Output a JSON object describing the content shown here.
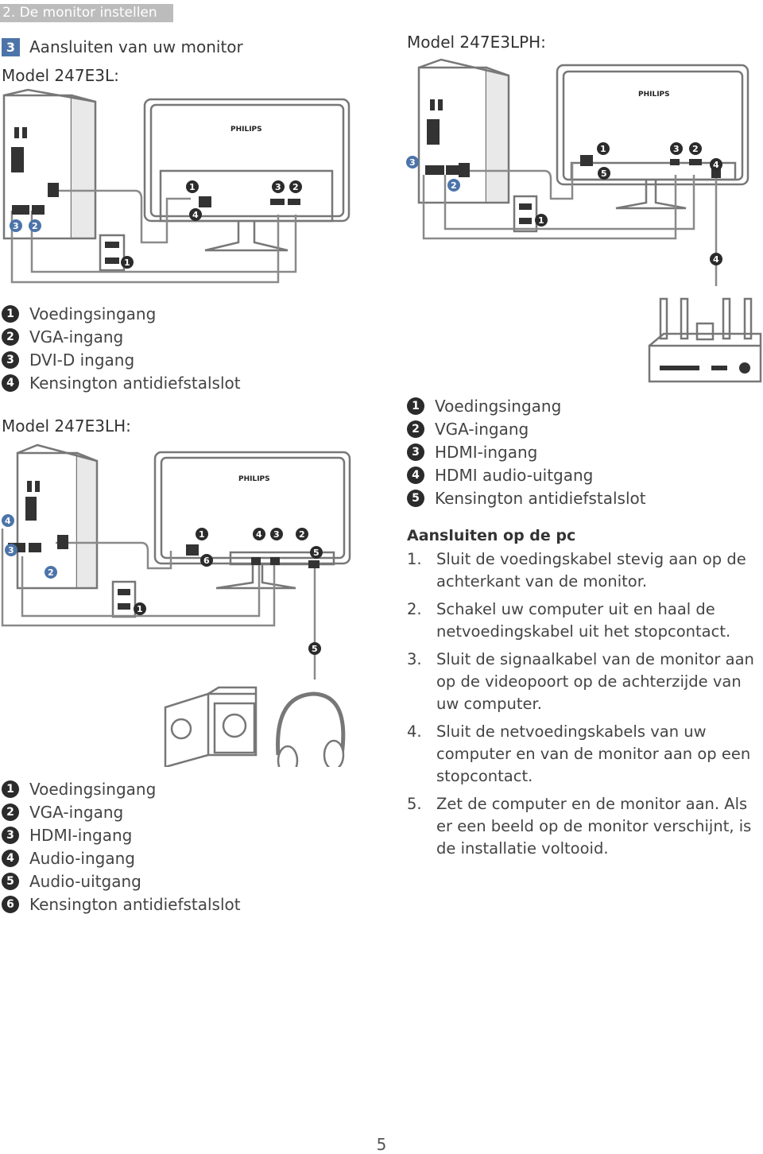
{
  "header": {
    "section": "2. De monitor instellen"
  },
  "subsection": {
    "number": "3",
    "title": "Aansluiten van uw monitor"
  },
  "monitor_brand": "PHILIPS",
  "models": {
    "m1": {
      "name": "Model 247E3L:",
      "legend": [
        {
          "n": "1",
          "label": "Voedingsingang"
        },
        {
          "n": "2",
          "label": "VGA-ingang"
        },
        {
          "n": "3",
          "label": "DVI-D ingang"
        },
        {
          "n": "4",
          "label": "Kensington antidiefstalslot"
        }
      ]
    },
    "m2": {
      "name": "Model 247E3LPH:",
      "legend": [
        {
          "n": "1",
          "label": "Voedingsingang"
        },
        {
          "n": "2",
          "label": "VGA-ingang"
        },
        {
          "n": "3",
          "label": "HDMI-ingang"
        },
        {
          "n": "4",
          "label": "HDMI audio-uitgang"
        },
        {
          "n": "5",
          "label": "Kensington antidiefstalslot"
        }
      ]
    },
    "m3": {
      "name": "Model 247E3LH:",
      "legend": [
        {
          "n": "1",
          "label": "Voedingsingang"
        },
        {
          "n": "2",
          "label": "VGA-ingang"
        },
        {
          "n": "3",
          "label": "HDMI-ingang"
        },
        {
          "n": "4",
          "label": "Audio-ingang"
        },
        {
          "n": "5",
          "label": "Audio-uitgang"
        },
        {
          "n": "6",
          "label": "Kensington antidiefstalslot"
        }
      ]
    }
  },
  "instructions": {
    "title": "Aansluiten op de pc",
    "steps": [
      {
        "n": "1.",
        "text": "Sluit de voedingskabel stevig aan op de achterkant van de monitor."
      },
      {
        "n": "2.",
        "text": "Schakel uw computer uit en haal de netvoedingskabel uit het stopcontact."
      },
      {
        "n": "3.",
        "text": "Sluit de signaalkabel van de monitor aan op de videopoort op de achterzijde van uw computer."
      },
      {
        "n": "4.",
        "text": "Sluit de netvoedingskabels van uw computer en van de monitor aan op een stopcontact."
      },
      {
        "n": "5.",
        "text": "Zet de computer en de monitor aan. Als er een beeld op de monitor verschijnt, is de installatie voltooid."
      }
    ]
  },
  "page_number": "5"
}
